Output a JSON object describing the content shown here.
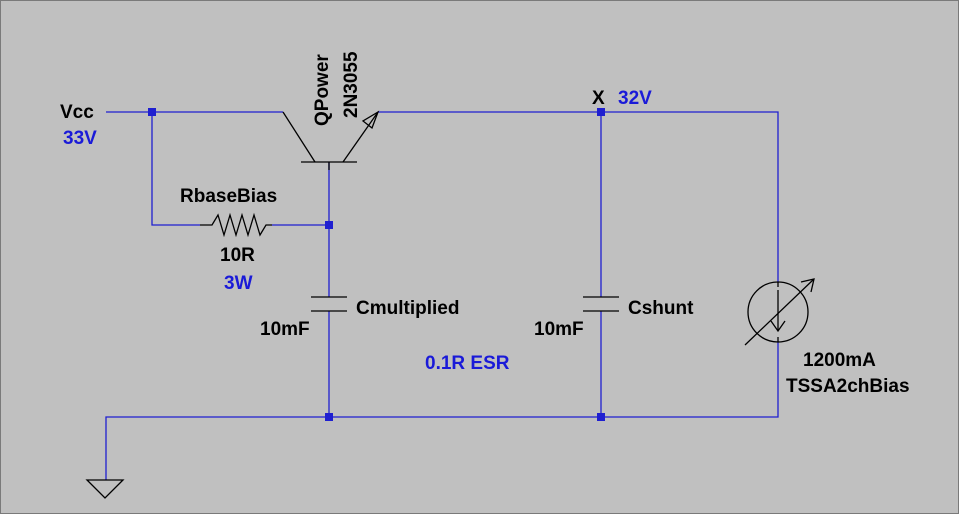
{
  "nodes": {
    "vcc": {
      "name": "Vcc",
      "voltage": "33V"
    },
    "out": {
      "probe": "X",
      "voltage": "32V"
    }
  },
  "components": {
    "transistor": {
      "name": "QPower",
      "model": "2N3055"
    },
    "resistor": {
      "name": "RbaseBias",
      "value": "10R",
      "power": "3W"
    },
    "cap_mult": {
      "name": "Cmultiplied",
      "value": "10mF"
    },
    "cap_shunt": {
      "name": "Cshunt",
      "value": "10mF"
    },
    "current_source": {
      "value": "1200mA",
      "name": "TSSA2chBias"
    }
  },
  "annotation": {
    "esr": "0.1R ESR"
  },
  "colors": {
    "background": "#c0c0c0",
    "wire": "#1f1fd0",
    "component": "#000000",
    "value_text": "#1a1ad8"
  }
}
